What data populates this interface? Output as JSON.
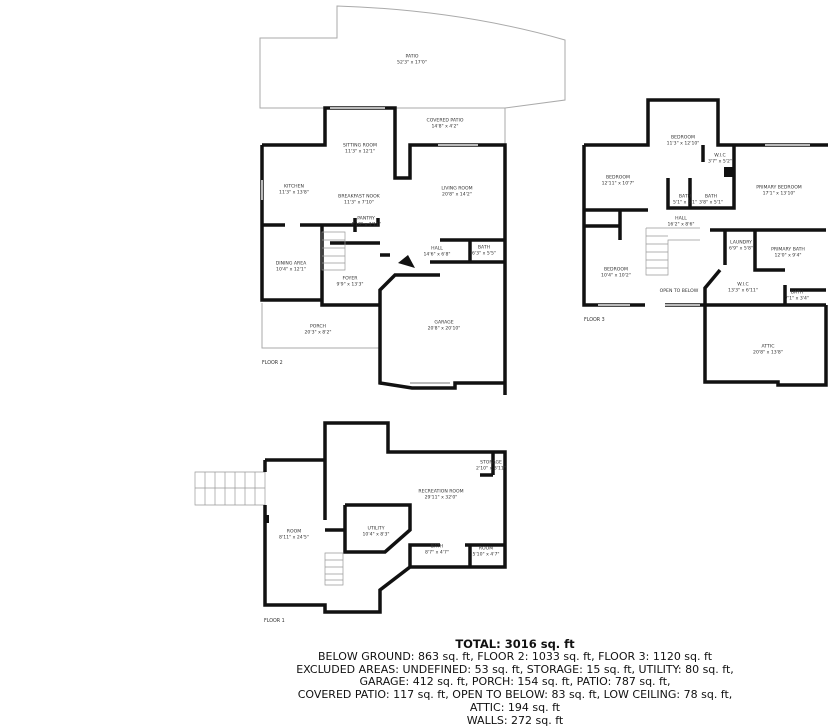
{
  "floor2": {
    "label": "FLOOR 2",
    "rooms": [
      {
        "name": "PATIO",
        "dims": "52'3\" x 17'0\""
      },
      {
        "name": "COVERED PATIO",
        "dims": "14'8\" x 4'2\""
      },
      {
        "name": "SITTING ROOM",
        "dims": "11'3\" x 12'1\""
      },
      {
        "name": "KITCHEN",
        "dims": "11'3\" x 13'8\""
      },
      {
        "name": "BREAKFAST NOOK",
        "dims": "11'3\" x 7'10\""
      },
      {
        "name": "LIVING ROOM",
        "dims": "20'8\" x 14'2\""
      },
      {
        "name": "PANTRY",
        "dims": "4'10\" x 1'11\""
      },
      {
        "name": "DINING AREA",
        "dims": "10'4\" x 12'1\""
      },
      {
        "name": "FOYER",
        "dims": "9'9\" x 13'3\""
      },
      {
        "name": "HALL",
        "dims": "14'6\" x 6'8\""
      },
      {
        "name": "BATH",
        "dims": "6'3\" x 5'5\""
      },
      {
        "name": "PORCH",
        "dims": "20'3\" x 8'2\""
      },
      {
        "name": "GARAGE",
        "dims": "20'8\" x 20'10\""
      }
    ]
  },
  "floor3": {
    "label": "FLOOR 3",
    "rooms": [
      {
        "name": "BEDROOM",
        "dims": "11'3\" x 12'10\""
      },
      {
        "name": "W.I.C",
        "dims": "3'7\" x 5'2\""
      },
      {
        "name": "BEDROOM",
        "dims": "12'11\" x 10'7\""
      },
      {
        "name": "PRIMARY BEDROOM",
        "dims": "17'1\" x 13'10\""
      },
      {
        "name": "BATH",
        "dims": "5'1\" x 5'1\""
      },
      {
        "name": "BATH",
        "dims": "3'8\" x 5'1\""
      },
      {
        "name": "HALL",
        "dims": "16'2\" x 8'6\""
      },
      {
        "name": "LAUNDRY",
        "dims": "6'9\" x 5'8\""
      },
      {
        "name": "PRIMARY BATH",
        "dims": "12'0\" x 9'4\""
      },
      {
        "name": "BEDROOM",
        "dims": "10'4\" x 10'2\""
      },
      {
        "name": "OPEN TO BELOW",
        "dims": ""
      },
      {
        "name": "W.I.C",
        "dims": "13'3\" x 6'11\""
      },
      {
        "name": "BATH",
        "dims": "7'1\" x 3'4\""
      },
      {
        "name": "ATTIC",
        "dims": "20'8\" x 13'8\""
      }
    ]
  },
  "floor1": {
    "label": "FLOOR 1",
    "rooms": [
      {
        "name": "STORAGE",
        "dims": "2'10\" x 3'11\""
      },
      {
        "name": "RECREATION ROOM",
        "dims": "29'11\" x 32'0\""
      },
      {
        "name": "ROOM",
        "dims": "8'11\" x 24'5\""
      },
      {
        "name": "UTILITY",
        "dims": "10'4\" x 8'3\""
      },
      {
        "name": "BATH",
        "dims": "8'7\" x 4'7\""
      },
      {
        "name": "ROOM",
        "dims": "5'10\" x 4'7\""
      }
    ]
  },
  "summary": {
    "total": "TOTAL: 3016 sq. ft",
    "lines": [
      "BELOW GROUND: 863 sq. ft, FLOOR 2: 1033 sq. ft, FLOOR 3: 1120 sq. ft",
      "EXCLUDED AREAS: UNDEFINED: 53 sq. ft, STORAGE: 15 sq. ft, UTILITY: 80 sq. ft,",
      "GARAGE: 412 sq. ft, PORCH: 154 sq. ft, PATIO: 787 sq. ft,",
      "COVERED PATIO: 117 sq. ft, OPEN TO BELOW: 83 sq. ft, LOW CEILING: 78 sq. ft,",
      "ATTIC: 194 sq. ft",
      "WALLS: 272 sq. ft"
    ]
  }
}
